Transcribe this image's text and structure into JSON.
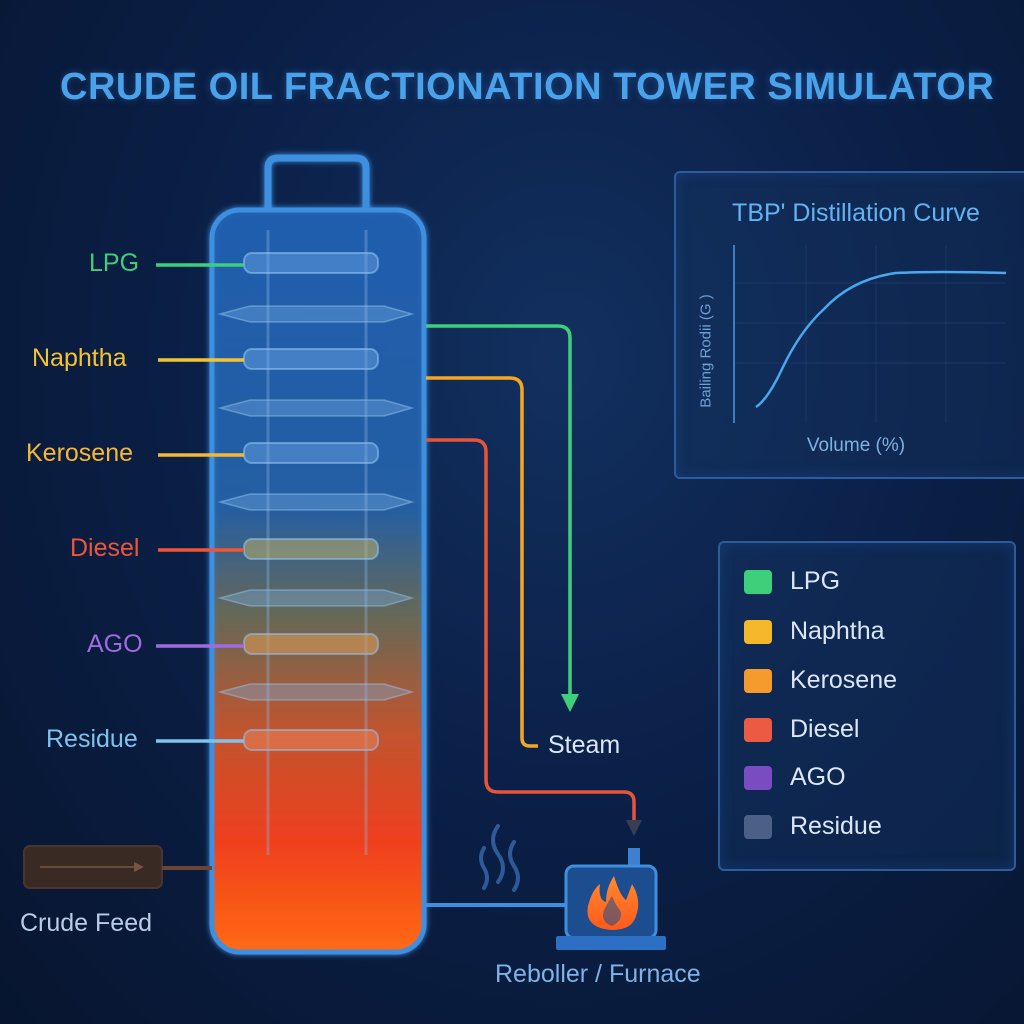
{
  "title": "CRUDE OIL FRACTIONATION TOWER SIMULATOR",
  "fractions": [
    {
      "label": "LPG",
      "color": "#3ecf7a"
    },
    {
      "label": "Naphtha",
      "color": "#f4c430"
    },
    {
      "label": "Kerosene",
      "color": "#f7b733"
    },
    {
      "label": "Diesel",
      "color": "#f0553a"
    },
    {
      "label": "AGO",
      "color": "#a06be0"
    },
    {
      "label": "Residue",
      "color": "#7ec3ee"
    }
  ],
  "labels": {
    "steam": "Steam",
    "crude_feed": "Crude Feed",
    "reboiler": "Reboller / Furnace"
  },
  "chart": {
    "title": "TBP' Distillation Curve",
    "xlabel": "Volume (%)",
    "ylabel": "Bailing Rodii (G )"
  },
  "legend": [
    {
      "label": "LPG",
      "color": "#3ecf7a"
    },
    {
      "label": "Naphtha",
      "color": "#f5b82a"
    },
    {
      "label": "Kerosene",
      "color": "#f59a2c"
    },
    {
      "label": "Diesel",
      "color": "#ec5a44"
    },
    {
      "label": "AGO",
      "color": "#7a4cc2"
    },
    {
      "label": "Residue",
      "color": "#4b6086"
    }
  ],
  "colors": {
    "lpg_line": "#3ecf7a",
    "naphtha_line": "#f5a623",
    "diesel_line": "#e8543a",
    "tower_outline": "#3d8fe0",
    "curve": "#4aa8f0"
  }
}
